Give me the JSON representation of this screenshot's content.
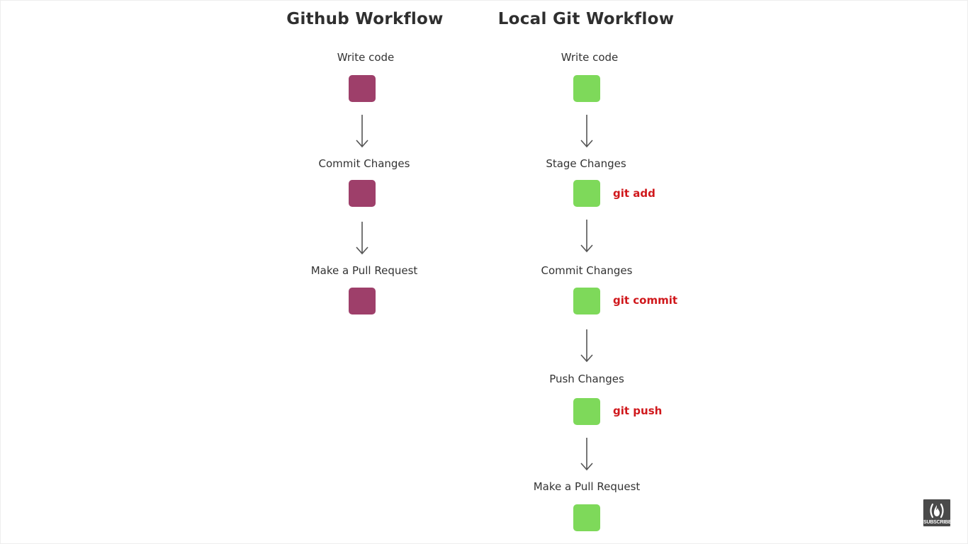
{
  "colors": {
    "github_box": "#9e3f6a",
    "local_box": "#7ed95a",
    "command_text": "#d0181c",
    "arrow": "#555555"
  },
  "github_workflow": {
    "title": "Github Workflow",
    "steps": [
      {
        "label": "Write code"
      },
      {
        "label": "Commit Changes"
      },
      {
        "label": "Make a Pull Request"
      }
    ]
  },
  "local_workflow": {
    "title": "Local Git Workflow",
    "steps": [
      {
        "label": "Write code",
        "command": ""
      },
      {
        "label": "Stage Changes",
        "command": "git add"
      },
      {
        "label": "Commit Changes",
        "command": "git commit"
      },
      {
        "label": "Push Changes",
        "command": "git push"
      },
      {
        "label": "Make a Pull Request",
        "command": ""
      }
    ]
  },
  "subscribe_button": {
    "icon": "flame-icon",
    "label": "SUBSCRIBE"
  }
}
